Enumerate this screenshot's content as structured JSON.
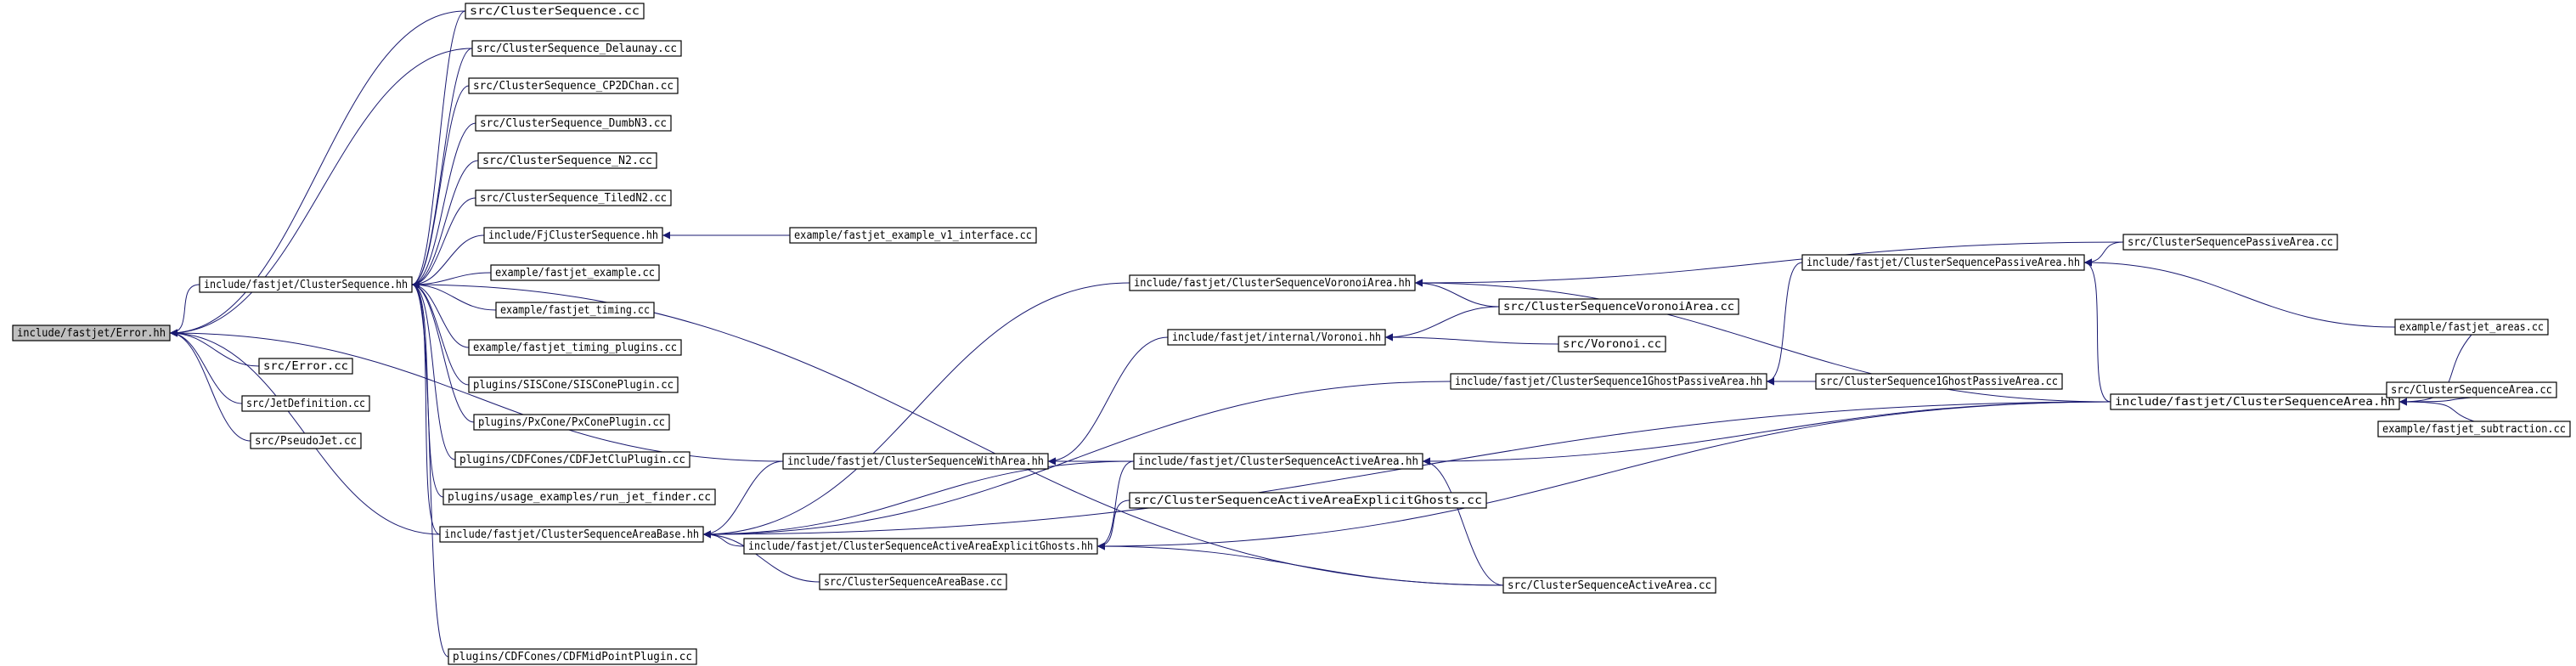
{
  "colors": {
    "edge": "#191970",
    "node_fill": "#ffffff",
    "root_fill": "#bfbfbf",
    "border": "#000000"
  },
  "nodes": [
    {
      "id": "n0",
      "label": "include/fastjet/Error.hh"
    },
    {
      "id": "n1",
      "label": "include/fastjet/ClusterSequence.hh"
    },
    {
      "id": "n2",
      "label": "src/Error.cc"
    },
    {
      "id": "n3",
      "label": "src/JetDefinition.cc"
    },
    {
      "id": "n4",
      "label": "src/PseudoJet.cc"
    },
    {
      "id": "n5",
      "label": "src/ClusterSequence.cc"
    },
    {
      "id": "n6",
      "label": "src/ClusterSequence_Delaunay.cc"
    },
    {
      "id": "n7",
      "label": "src/ClusterSequence_CP2DChan.cc"
    },
    {
      "id": "n8",
      "label": "src/ClusterSequence_DumbN3.cc"
    },
    {
      "id": "n9",
      "label": "src/ClusterSequence_N2.cc"
    },
    {
      "id": "n10",
      "label": "src/ClusterSequence_TiledN2.cc"
    },
    {
      "id": "n11",
      "label": "include/FjClusterSequence.hh"
    },
    {
      "id": "n12",
      "label": "example/fastjet_example.cc"
    },
    {
      "id": "n13",
      "label": "example/fastjet_timing.cc"
    },
    {
      "id": "n14",
      "label": "example/fastjet_timing_plugins.cc"
    },
    {
      "id": "n15",
      "label": "plugins/SISCone/SISConePlugin.cc"
    },
    {
      "id": "n16",
      "label": "plugins/PxCone/PxConePlugin.cc"
    },
    {
      "id": "n17",
      "label": "plugins/CDFCones/CDFJetCluPlugin.cc"
    },
    {
      "id": "n18",
      "label": "plugins/usage_examples/run_jet_finder.cc"
    },
    {
      "id": "n19",
      "label": "include/fastjet/ClusterSequenceAreaBase.hh"
    },
    {
      "id": "n20",
      "label": "plugins/CDFCones/CDFMidPointPlugin.cc"
    },
    {
      "id": "n21",
      "label": "example/fastjet_example_v1_interface.cc"
    },
    {
      "id": "n22",
      "label": "include/fastjet/ClusterSequenceWithArea.hh"
    },
    {
      "id": "n23",
      "label": "include/fastjet/ClusterSequenceActiveAreaExplicitGhosts.hh"
    },
    {
      "id": "n24",
      "label": "src/ClusterSequenceAreaBase.cc"
    },
    {
      "id": "n25",
      "label": "include/fastjet/ClusterSequenceVoronoiArea.hh"
    },
    {
      "id": "n26",
      "label": "include/fastjet/internal/Voronoi.hh"
    },
    {
      "id": "n27",
      "label": "include/fastjet/ClusterSequenceActiveArea.hh"
    },
    {
      "id": "n28",
      "label": "src/ClusterSequenceActiveAreaExplicitGhosts.cc"
    },
    {
      "id": "n29",
      "label": "src/ClusterSequenceVoronoiArea.cc"
    },
    {
      "id": "n30",
      "label": "src/Voronoi.cc"
    },
    {
      "id": "n31",
      "label": "include/fastjet/ClusterSequence1GhostPassiveArea.hh"
    },
    {
      "id": "n32",
      "label": "src/ClusterSequenceActiveArea.cc"
    },
    {
      "id": "n33",
      "label": "src/ClusterSequence1GhostPassiveArea.cc"
    },
    {
      "id": "n34",
      "label": "include/fastjet/ClusterSequencePassiveArea.hh"
    },
    {
      "id": "n35",
      "label": "src/ClusterSequencePassiveArea.cc"
    },
    {
      "id": "n36",
      "label": "include/fastjet/ClusterSequenceArea.hh"
    },
    {
      "id": "n37",
      "label": "example/fastjet_areas.cc"
    },
    {
      "id": "n38",
      "label": "src/ClusterSequenceArea.cc"
    },
    {
      "id": "n39",
      "label": "example/fastjet_subtraction.cc"
    }
  ]
}
